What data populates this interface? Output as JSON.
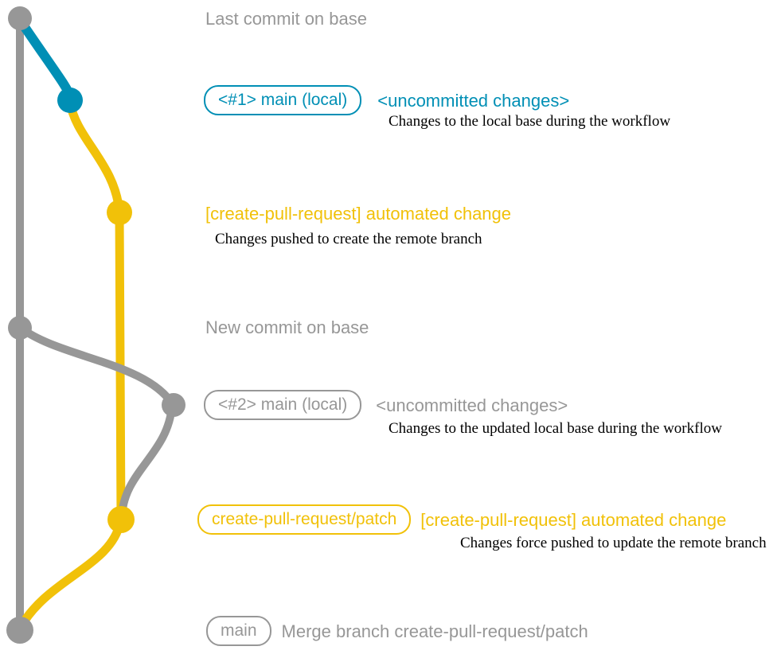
{
  "colors": {
    "base_gray": "#979797",
    "local_blue": "#008fb5",
    "branch_yellow": "#f1c109",
    "annotation_black": "#000000",
    "background": "#ffffff"
  },
  "graph": {
    "type": "git-commit-graph",
    "lanes": [
      {
        "name": "base",
        "color": "base_gray"
      },
      {
        "name": "main-local",
        "color": "local_blue"
      },
      {
        "name": "create-pull-request-patch",
        "color": "branch_yellow"
      }
    ],
    "commits": [
      {
        "id": "last-base",
        "lane": "base",
        "color": "base_gray"
      },
      {
        "id": "local-1",
        "lane": "main-local",
        "color": "local_blue"
      },
      {
        "id": "remote-1",
        "lane": "create-pull-request-patch",
        "color": "branch_yellow"
      },
      {
        "id": "new-base",
        "lane": "base",
        "color": "base_gray"
      },
      {
        "id": "local-2",
        "lane": "main-local",
        "color": "base_gray"
      },
      {
        "id": "remote-2",
        "lane": "create-pull-request-patch",
        "color": "branch_yellow"
      },
      {
        "id": "merge",
        "lane": "base",
        "color": "base_gray"
      }
    ]
  },
  "rows": [
    {
      "message": "Last commit on base"
    },
    {
      "badge": "<#1> main (local)",
      "message": "<uncommitted changes>",
      "annotation": "Changes to the local base during the workflow"
    },
    {
      "message": "[create-pull-request] automated change",
      "annotation": "Changes pushed to create the remote branch"
    },
    {
      "message": "New commit on base"
    },
    {
      "badge": "<#2> main (local)",
      "message": "<uncommitted changes>",
      "annotation": "Changes to the updated local base during the workflow"
    },
    {
      "badge": "create-pull-request/patch",
      "message": "[create-pull-request] automated change",
      "annotation": "Changes force pushed to update the remote branch"
    },
    {
      "badge": "main",
      "message": "Merge branch create-pull-request/patch"
    }
  ]
}
